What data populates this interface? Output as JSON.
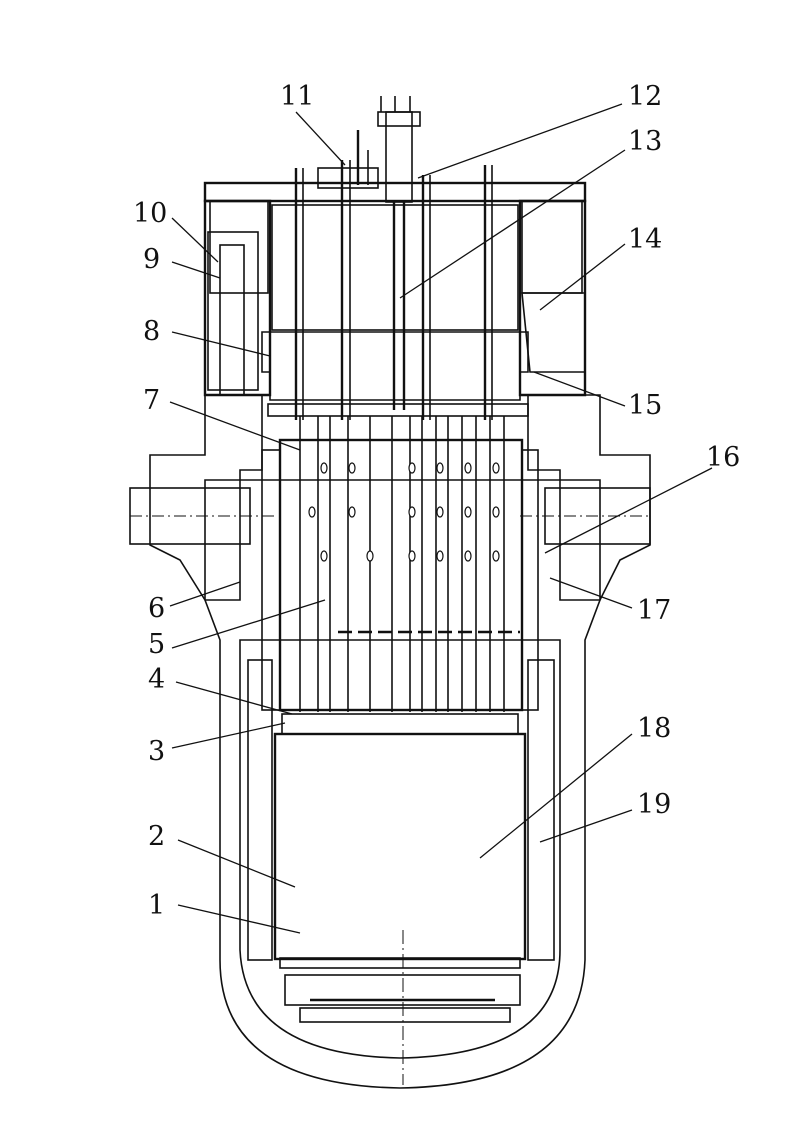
{
  "figure": {
    "palette": {
      "ink": "#111111",
      "paper": "#ffffff",
      "concrete": "#f3f3f3"
    },
    "callouts": [
      {
        "label": "1"
      },
      {
        "label": "2"
      },
      {
        "label": "3"
      },
      {
        "label": "4"
      },
      {
        "label": "5"
      },
      {
        "label": "6"
      },
      {
        "label": "7"
      },
      {
        "label": "8"
      },
      {
        "label": "9"
      },
      {
        "label": "10"
      },
      {
        "label": "11"
      },
      {
        "label": "12"
      },
      {
        "label": "13"
      },
      {
        "label": "14"
      },
      {
        "label": "15"
      },
      {
        "label": "16"
      },
      {
        "label": "17"
      },
      {
        "label": "18"
      },
      {
        "label": "19"
      }
    ]
  }
}
